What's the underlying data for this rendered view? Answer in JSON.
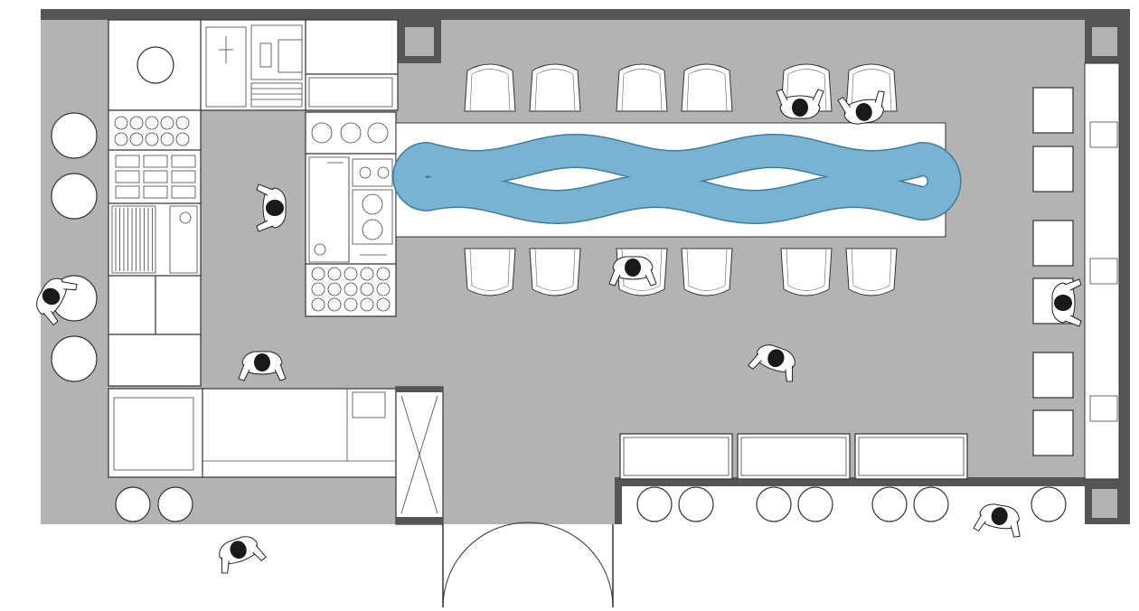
{
  "diagram": {
    "kind": "restaurant-floor-plan",
    "colors": {
      "floor": "#b3b3b3",
      "wall": "#555555",
      "furniture": "#ffffff",
      "outline": "#333333",
      "water": "#78b4d2",
      "person_head": "#1a1a1a"
    },
    "elements": [
      "kitchen-block",
      "sushi-counter-with-water-channel",
      "counter-chairs",
      "wall-bench-seats",
      "round-stools",
      "entrance-double-door",
      "people"
    ],
    "counts": {
      "counter_chairs": 12,
      "people": 10
    }
  }
}
